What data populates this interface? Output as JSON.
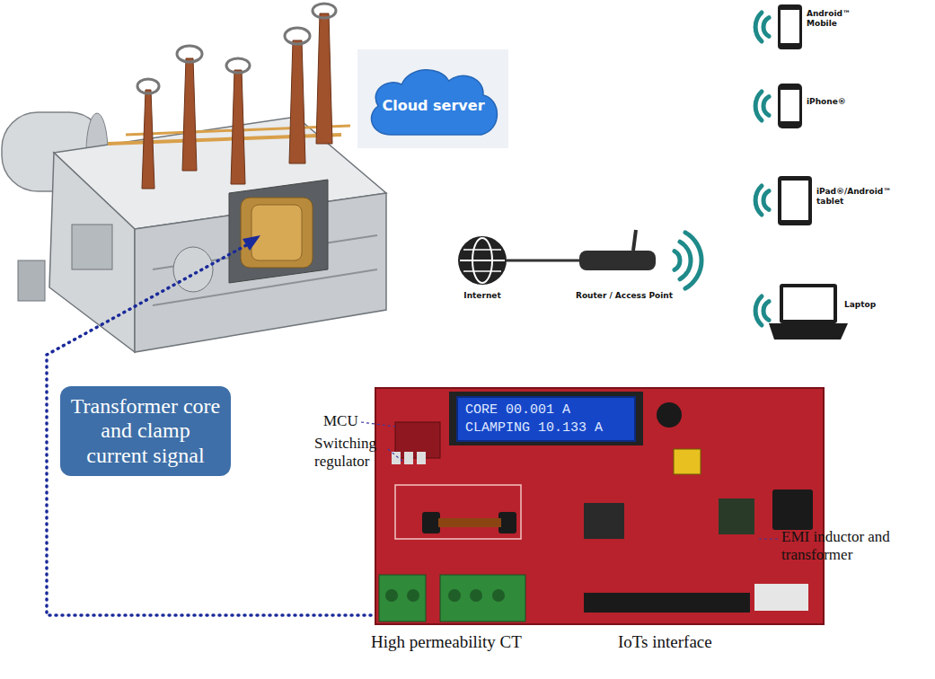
{
  "diagram": {
    "nodes": [
      {
        "text": [
          "Cloud server"
        ]
      },
      {
        "text": [
          "Transformer core and clamp current signal"
        ]
      },
      {
        "text": [
          "CORE 00.001 A",
          "CLAMPING 10.133 A"
        ]
      }
    ],
    "labels": [
      "Android™ Mobile",
      "iPhone®",
      "iPad®/Android™ tablet",
      "Laptop",
      "Internet",
      "Router / Access Point",
      "MCU",
      "Switching regulator",
      "EMI inductor and transformer",
      "High permeability CT",
      "IoTs interface"
    ]
  }
}
